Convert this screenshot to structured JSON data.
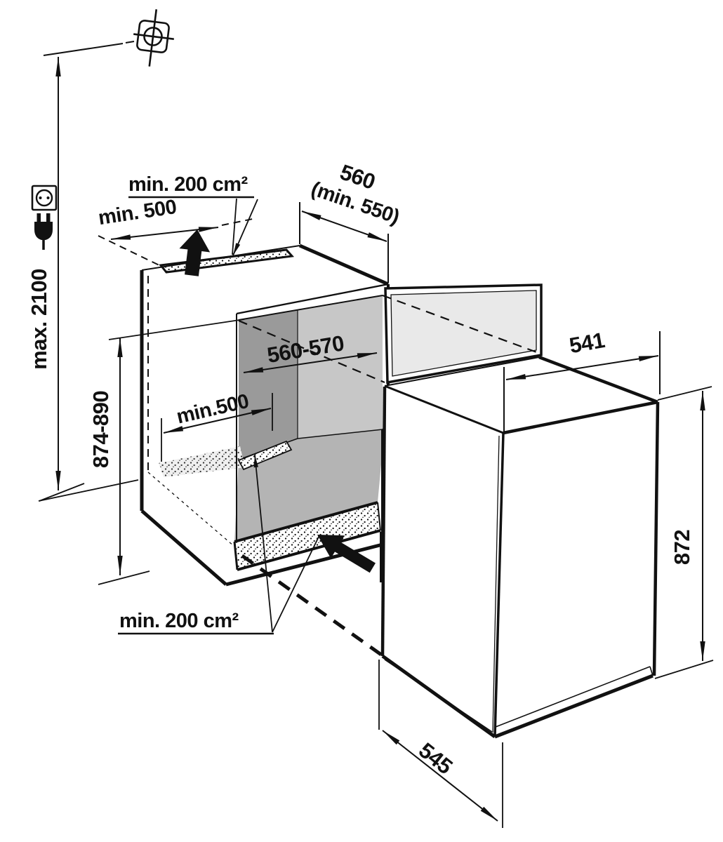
{
  "page": {
    "type": "built-in appliance installation dimensions diagram",
    "background": "#ffffff"
  },
  "colors": {
    "line": "#111111",
    "niche_side_wall": "#9a9a9a",
    "niche_back_wall": "#c7c7c7",
    "niche_floor": "#b4b4b4",
    "door_panel": "#e9e9e9",
    "vent_stipple_band": "#efefef"
  },
  "labels": {
    "vent_top_area": "min. 200 cm²",
    "clearance_top_front": "min. 500",
    "niche_depth": "560",
    "niche_depth_min": "(min. 550)",
    "max_install_height": "max. 2100",
    "niche_width": "560-570",
    "floor_air_path": "min.500",
    "niche_height": "874-890",
    "appliance_depth": "541",
    "vent_bottom_area": "min. 200 cm²",
    "appliance_height": "872",
    "appliance_width": "545"
  },
  "icons": {
    "socket": "socket-icon",
    "plug": "plug-icon",
    "position_marker": "position-crosshair-icon",
    "airflow_up": "airflow-up-arrow-icon",
    "airflow_in": "airflow-in-arrow-icon"
  }
}
